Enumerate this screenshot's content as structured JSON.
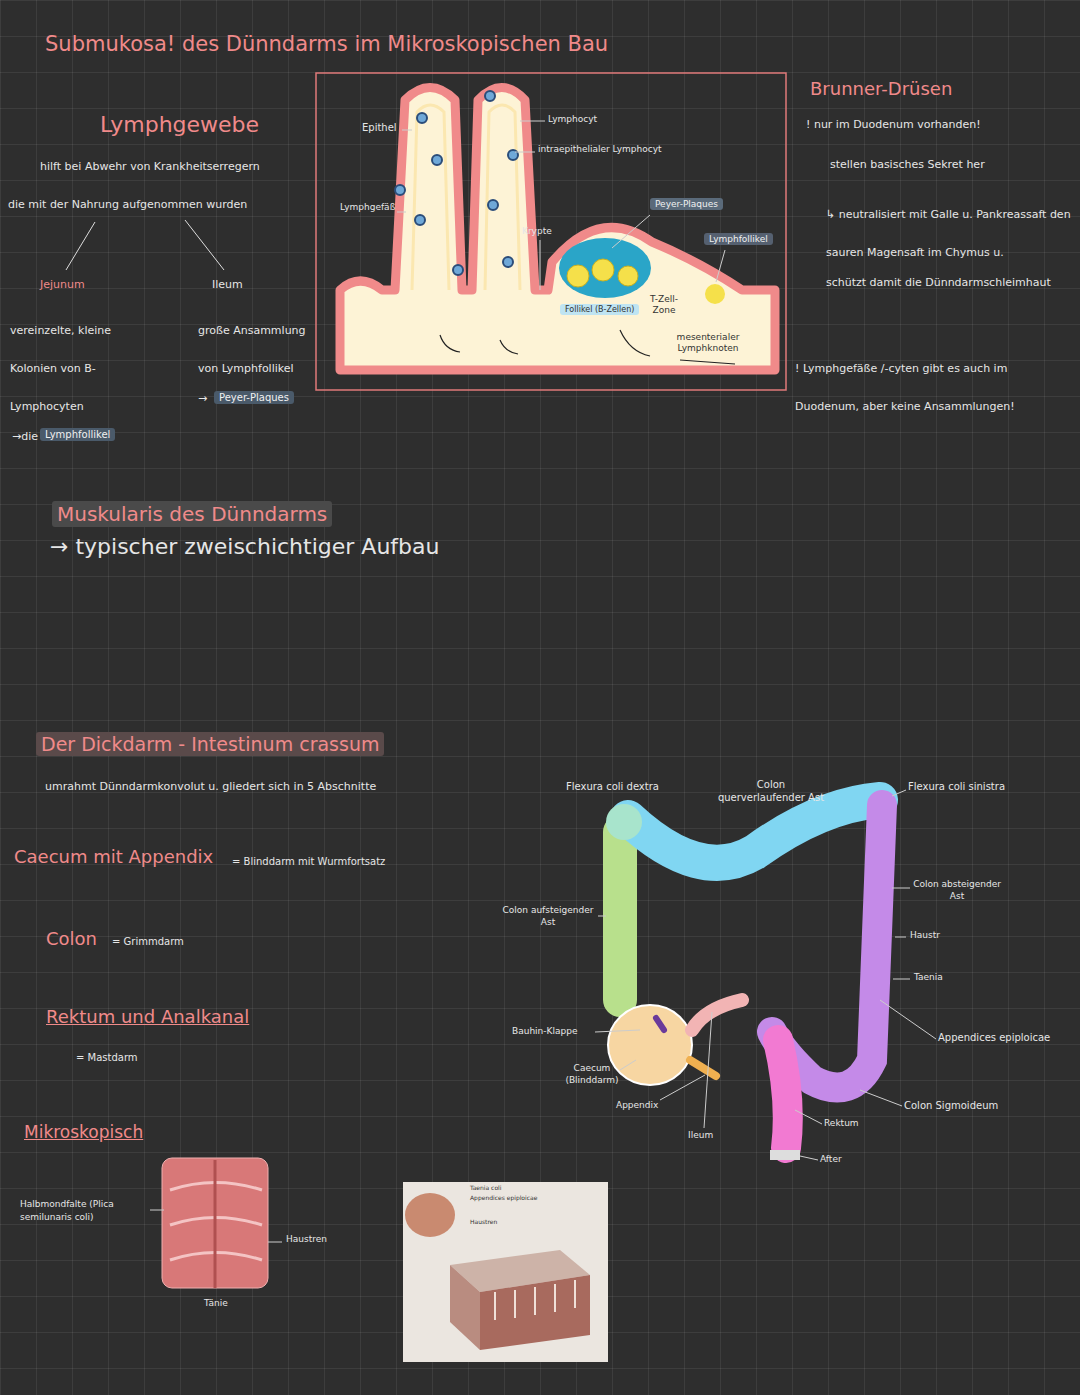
{
  "diagram": {
    "title": "Submukosa! des Dünndarms im Mikroskopischen Bau",
    "nodes": [
      {
        "text": [
          "Peyer-Plaques"
        ]
      },
      {
        "text": [
          "Lymphfollikel"
        ]
      },
      {
        "text": [
          "Follikel (B-Zellen)"
        ]
      },
      {
        "text": [
          "Peyer-Plaques"
        ]
      },
      {
        "text": [
          "Lymphfollikel"
        ]
      },
      {
        "text": [
          "Muskularis des Dünndarms"
        ]
      },
      {
        "text": [
          "Der Dickdarm - Intestinum crassum"
        ]
      }
    ],
    "labels": [
      "Lymphgewebe",
      "hilft bei Abwehr von Krankheitserregern",
      "die mit der Nahrung aufgenommen wurden",
      "Jejunum",
      "Ileum",
      "vereinzelte, kleine Kolonien von B-Lymphocyten",
      "→die",
      "große Ansammlung von Lymphfollikel",
      "→",
      "Epithel",
      "Lymphgefäß",
      "Lymphocyt",
      "intraepithelialer Lymphocyt",
      "Krypte",
      "T-Zell-Zone",
      "mesenterialer Lymphknoten",
      "Brunner-Drüsen",
      "! nur im Duodenum vorhanden!",
      "stellen basisches Sekret her",
      "↳ neutralisiert mit Galle u. Pankreassaft den sauren Magensaft im Chymus u.",
      "schützt damit die Dünndarmschleimhaut",
      "! Lymphgefäße /-cyten gibt es auch im Duodenum, aber keine Ansammlungen!",
      "→ typischer zweischichtiger Aufbau",
      "umrahmt Dünndarmkonvolut u. gliedert sich in 5 Abschnitte",
      "Caecum mit Appendix",
      "= Blinddarm mit Wurmfortsatz",
      "Colon",
      "= Grimmdarm",
      "Rektum und Analkanal",
      "= Mastdarm",
      "Mikroskopisch",
      "Halbmondfalte (Plica semilunaris coli)",
      "Haustren",
      "Tänie",
      "Taenia coli",
      "Appendices epiploicae",
      "Haustren",
      "Flexura coli dextra",
      "Colon querverlaufender Ast",
      "Flexura coli sinistra",
      "Colon absteigender Ast",
      "Haustr",
      "Taenia",
      "Appendices epiploicae",
      "Colon Sigmoideum",
      "Rektum",
      "After",
      "Ileum",
      "Appendix",
      "Caecum (Blinddarm)",
      "Bauhin-Klappe",
      "Colon aufsteigender Ast"
    ]
  }
}
